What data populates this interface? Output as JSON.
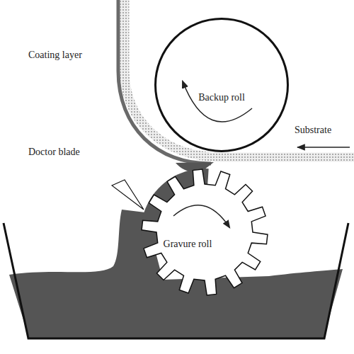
{
  "diagram": {
    "nodes": [
      {
        "text": [
          "Backup roll"
        ]
      },
      {
        "text": [
          "Gravure roll"
        ]
      }
    ],
    "labels": [
      "Coating layer",
      "Substrate",
      "Doctor blade"
    ]
  }
}
